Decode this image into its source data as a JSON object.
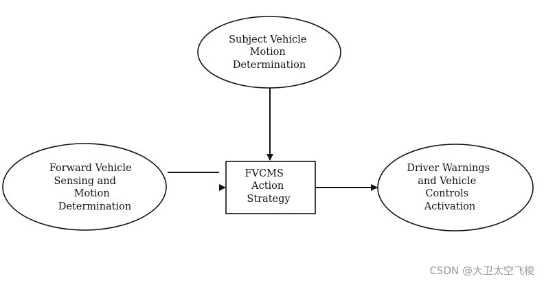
{
  "nodes": {
    "subject_vehicle": {
      "lines": [
        "Subject Vehicle",
        "Motion",
        "Determination"
      ]
    },
    "forward_vehicle": {
      "lines": [
        "Forward Vehicle",
        "Sensing and",
        "Motion",
        "Determination"
      ]
    },
    "fvcms": {
      "lines": [
        "FVCMS",
        "Action",
        "Strategy"
      ]
    },
    "driver_warnings": {
      "lines": [
        "Driver Warnings",
        "and Vehicle",
        "Controls",
        "Activation"
      ]
    }
  },
  "watermark": "CSDN @大卫太空飞梭"
}
